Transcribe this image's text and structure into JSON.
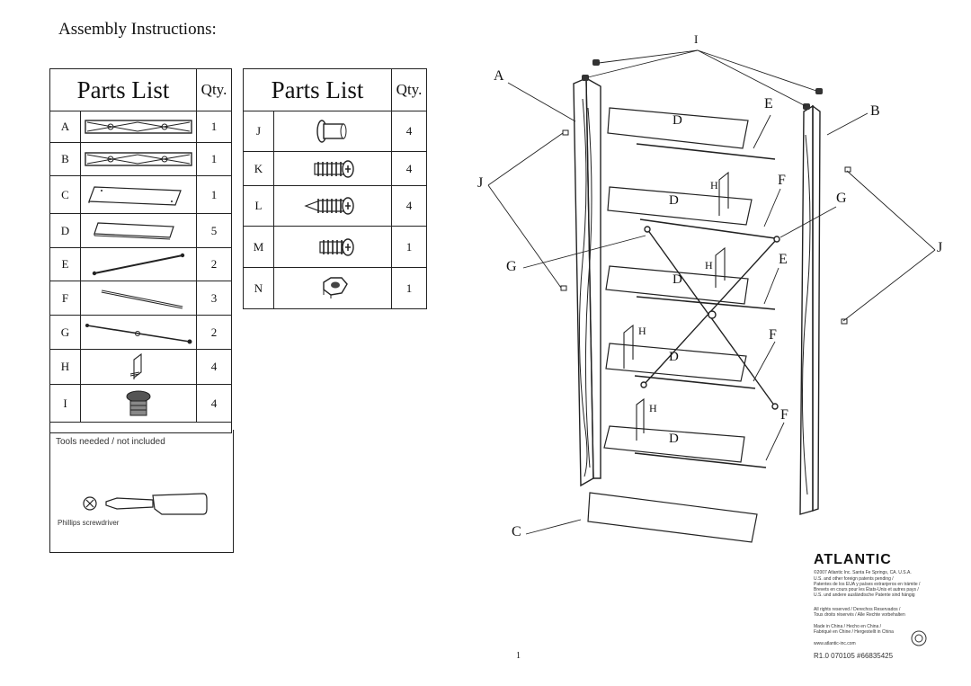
{
  "heading": "Assembly Instructions:",
  "parts_table_left": {
    "title": "Parts List",
    "qty_header": "Qty.",
    "rows": [
      {
        "letter": "A",
        "qty": "1",
        "icon": "side-frame-icon"
      },
      {
        "letter": "B",
        "qty": "1",
        "icon": "side-frame-icon"
      },
      {
        "letter": "C",
        "qty": "1",
        "icon": "base-panel-icon"
      },
      {
        "letter": "D",
        "qty": "5",
        "icon": "shelf-icon"
      },
      {
        "letter": "E",
        "qty": "2",
        "icon": "rod-with-hooks-icon"
      },
      {
        "letter": "F",
        "qty": "3",
        "icon": "rod-icon"
      },
      {
        "letter": "G",
        "qty": "2",
        "icon": "cross-brace-icon"
      },
      {
        "letter": "H",
        "qty": "4",
        "icon": "shelf-bracket-icon"
      },
      {
        "letter": "I",
        "qty": "4",
        "icon": "foot-cap-icon"
      }
    ]
  },
  "parts_table_right": {
    "title": "Parts List",
    "qty_header": "Qty.",
    "rows": [
      {
        "letter": "J",
        "qty": "4",
        "icon": "barrel-nut-icon"
      },
      {
        "letter": "K",
        "qty": "4",
        "icon": "machine-screw-icon"
      },
      {
        "letter": "L",
        "qty": "4",
        "icon": "wood-screw-icon"
      },
      {
        "letter": "M",
        "qty": "1",
        "icon": "short-screw-icon"
      },
      {
        "letter": "N",
        "qty": "1",
        "icon": "hex-nut-icon"
      }
    ]
  },
  "tools": {
    "label": "Tools needed / not included",
    "screwdriver": "Phillips screwdriver"
  },
  "diagram_labels": {
    "A": "A",
    "B": "B",
    "C": "C",
    "D": "D",
    "E": "E",
    "F": "F",
    "G": "G",
    "H": "H",
    "I": "I",
    "J": "J"
  },
  "footer": {
    "brand": "ATLANTIC",
    "legal1": "©2007 Atlantic Inc.   Santa Fe Springs, CA. U.S.A.",
    "legal2": "U.S. and other foreign patents pending /",
    "legal3": "Patentes de los EUA y países extranjeros en trámite /",
    "legal4": "Brevets en cours pour les États-Unis et autres pays /",
    "legal5": "U.S. und andere ausländische Patente sind hängig",
    "legal6": "All rights reserved / Derechos Reservados /",
    "legal7": "Tous droits réservés / Alle Rechte vorbehalten",
    "legal8": "Made in China / Hecho en China /",
    "legal9": "Fabriqué en Chine / Hergestellt in China",
    "website": "www.atlantic-inc.com",
    "revision": "R1.0 070105   #66835425",
    "page_number": "1"
  }
}
